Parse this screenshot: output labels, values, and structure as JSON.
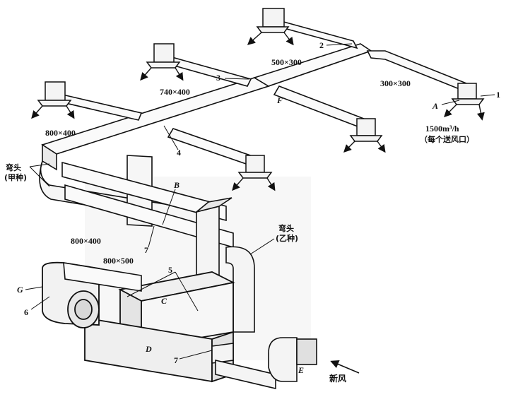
{
  "diagram": {
    "dimensions": {
      "main_trunk": "800×400",
      "trunk_mid": "740×400",
      "trunk_upper": "500×300",
      "branch_end": "300×300",
      "down_duct": "800×400",
      "unit_duct": "800×500"
    },
    "airflow": {
      "rate": "1500m³/h",
      "note": "（每个送风口）"
    },
    "elbows": {
      "type_a_line1": "弯头",
      "type_a_line2": "(甲种)",
      "type_b_line1": "弯头",
      "type_b_line2": "(乙种)"
    },
    "fresh_air": "新风",
    "letters": {
      "A": "A",
      "B": "B",
      "C": "C",
      "D": "D",
      "E": "E",
      "F": "F",
      "G": "G"
    },
    "numbers": {
      "n1": "1",
      "n2": "2",
      "n3": "3",
      "n4": "4",
      "n5": "5",
      "n6": "6",
      "n7a": "7",
      "n7b": "7"
    }
  }
}
